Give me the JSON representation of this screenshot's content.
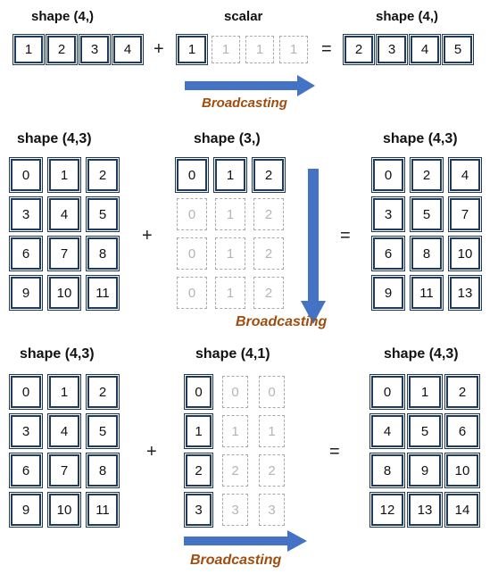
{
  "colors": {
    "arrow": "#4472c4",
    "broadcasting_text": "#a04e10",
    "cell_border": "#1f3a5c",
    "ghost_border": "#a9a9a9"
  },
  "operators": {
    "plus": "+",
    "equals": "="
  },
  "broadcast_label": "Broadcasting",
  "example1": {
    "a_label": "shape (4,)",
    "b_label": "scalar",
    "result_label": "shape (4,)",
    "a": [
      [
        "1",
        "2",
        "3",
        "4"
      ]
    ],
    "b": [
      [
        "1",
        "1",
        "1",
        "1"
      ]
    ],
    "result": [
      [
        "2",
        "3",
        "4",
        "5"
      ]
    ]
  },
  "example2": {
    "a_label": "shape (4,3)",
    "b_label": "shape (3,)",
    "result_label": "shape (4,3)",
    "a": [
      [
        "0",
        "1",
        "2"
      ],
      [
        "3",
        "4",
        "5"
      ],
      [
        "6",
        "7",
        "8"
      ],
      [
        "9",
        "10",
        "11"
      ]
    ],
    "b": [
      [
        "0",
        "1",
        "2"
      ],
      [
        "0",
        "1",
        "2"
      ],
      [
        "0",
        "1",
        "2"
      ],
      [
        "0",
        "1",
        "2"
      ]
    ],
    "result": [
      [
        "0",
        "2",
        "4"
      ],
      [
        "3",
        "5",
        "7"
      ],
      [
        "6",
        "8",
        "10"
      ],
      [
        "9",
        "11",
        "13"
      ]
    ]
  },
  "example3": {
    "a_label": "shape (4,3)",
    "b_label": "shape (4,1)",
    "result_label": "shape (4,3)",
    "a": [
      [
        "0",
        "1",
        "2"
      ],
      [
        "3",
        "4",
        "5"
      ],
      [
        "6",
        "7",
        "8"
      ],
      [
        "9",
        "10",
        "11"
      ]
    ],
    "b": [
      [
        "0",
        "0",
        "0"
      ],
      [
        "1",
        "1",
        "1"
      ],
      [
        "2",
        "2",
        "2"
      ],
      [
        "3",
        "3",
        "3"
      ]
    ],
    "result": [
      [
        "0",
        "1",
        "2"
      ],
      [
        "4",
        "5",
        "6"
      ],
      [
        "8",
        "9",
        "10"
      ],
      [
        "12",
        "13",
        "14"
      ]
    ]
  }
}
